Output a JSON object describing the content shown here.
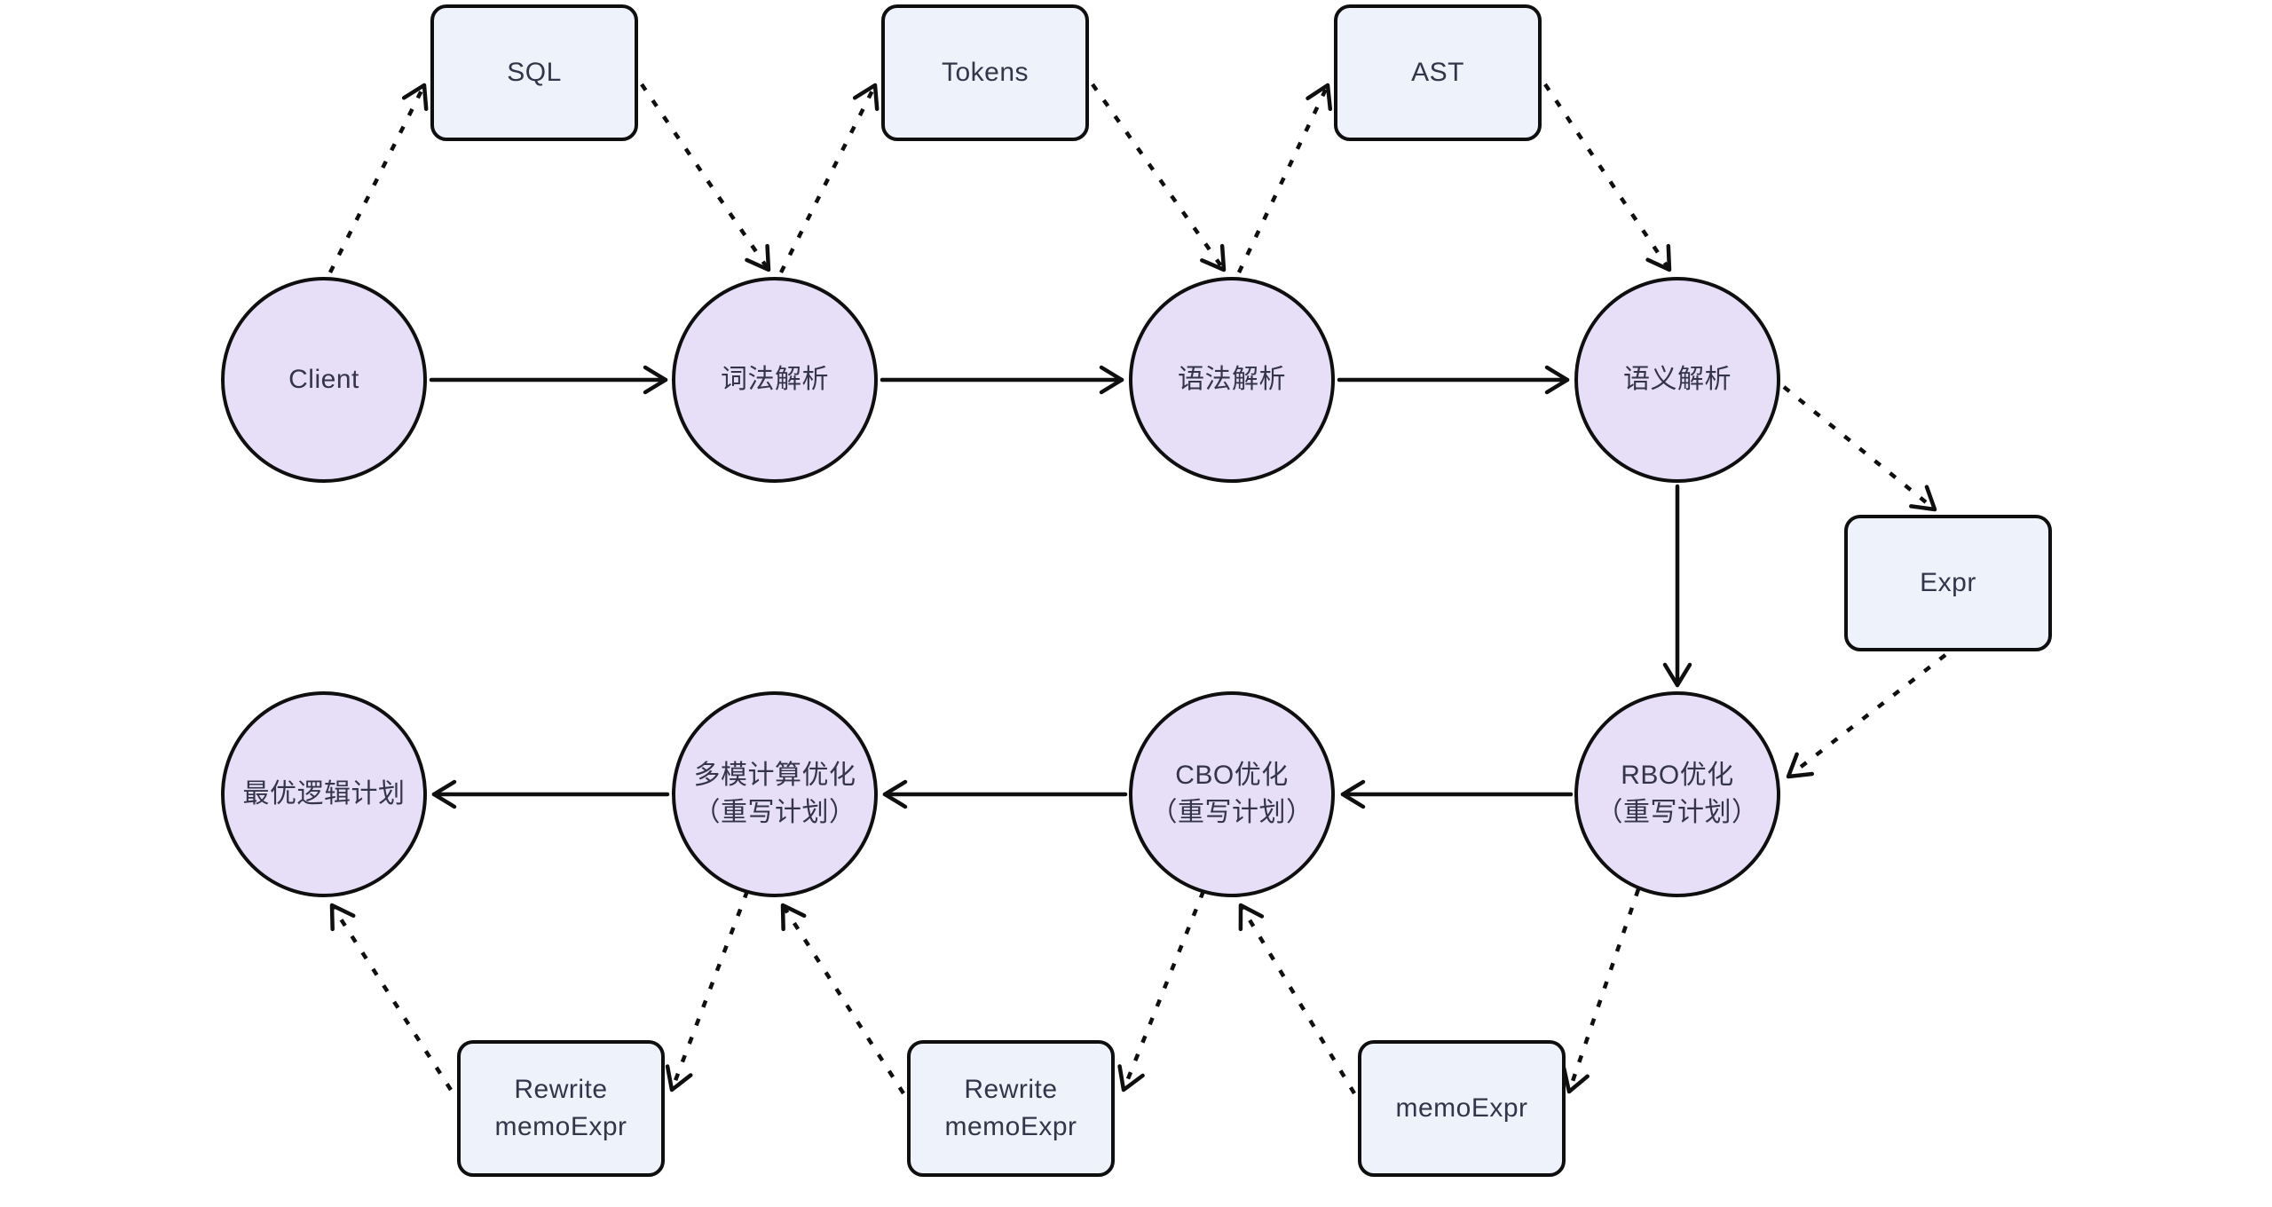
{
  "diagram": {
    "description": "SQL query parsing and optimization pipeline flowchart",
    "colors": {
      "background": "#ffffff",
      "stage_circle_fill": "#e7dff8",
      "artifact_rect_fill": "#edf2fb",
      "stroke": "#0f0f0f",
      "text": "#35354a"
    },
    "nodes": {
      "client": {
        "shape": "circle",
        "label": "Client"
      },
      "sql": {
        "shape": "rect",
        "label": "SQL"
      },
      "lexical": {
        "shape": "circle",
        "label": "词法解析"
      },
      "tokens": {
        "shape": "rect",
        "label": "Tokens"
      },
      "syntax": {
        "shape": "circle",
        "label": "语法解析"
      },
      "ast": {
        "shape": "rect",
        "label": "AST"
      },
      "semantic": {
        "shape": "circle",
        "label": "语义解析"
      },
      "expr": {
        "shape": "rect",
        "label": "Expr"
      },
      "rbo": {
        "shape": "circle",
        "label": "RBO优化\n（重写计划）"
      },
      "memoexpr": {
        "shape": "rect",
        "label": "memoExpr"
      },
      "cbo": {
        "shape": "circle",
        "label": "CBO优化\n（重写计划）"
      },
      "rewrite_memo_mid": {
        "shape": "rect",
        "label": "Rewrite\nmemoExpr"
      },
      "multimodal": {
        "shape": "circle",
        "label": "多模计算优化\n（重写计划）"
      },
      "rewrite_memo_left": {
        "shape": "rect",
        "label": "Rewrite\nmemoExpr"
      },
      "optimal": {
        "shape": "circle",
        "label": "最优逻辑计划"
      }
    },
    "edges": [
      {
        "from": "client",
        "to": "lexical",
        "style": "solid"
      },
      {
        "from": "lexical",
        "to": "syntax",
        "style": "solid"
      },
      {
        "from": "syntax",
        "to": "semantic",
        "style": "solid"
      },
      {
        "from": "semantic",
        "to": "rbo",
        "style": "solid"
      },
      {
        "from": "rbo",
        "to": "cbo",
        "style": "solid"
      },
      {
        "from": "cbo",
        "to": "multimodal",
        "style": "solid"
      },
      {
        "from": "multimodal",
        "to": "optimal",
        "style": "solid"
      },
      {
        "from": "client",
        "to": "sql",
        "style": "dashed"
      },
      {
        "from": "sql",
        "to": "lexical",
        "style": "dashed"
      },
      {
        "from": "lexical",
        "to": "tokens",
        "style": "dashed"
      },
      {
        "from": "tokens",
        "to": "syntax",
        "style": "dashed"
      },
      {
        "from": "syntax",
        "to": "ast",
        "style": "dashed"
      },
      {
        "from": "ast",
        "to": "semantic",
        "style": "dashed"
      },
      {
        "from": "semantic",
        "to": "expr",
        "style": "dashed"
      },
      {
        "from": "expr",
        "to": "rbo",
        "style": "dashed"
      },
      {
        "from": "rbo",
        "to": "memoexpr",
        "style": "dashed"
      },
      {
        "from": "memoexpr",
        "to": "cbo",
        "style": "dashed"
      },
      {
        "from": "cbo",
        "to": "rewrite_memo_mid",
        "style": "dashed"
      },
      {
        "from": "rewrite_memo_mid",
        "to": "multimodal",
        "style": "dashed"
      },
      {
        "from": "multimodal",
        "to": "rewrite_memo_left",
        "style": "dashed"
      },
      {
        "from": "rewrite_memo_left",
        "to": "optimal",
        "style": "dashed"
      }
    ]
  }
}
